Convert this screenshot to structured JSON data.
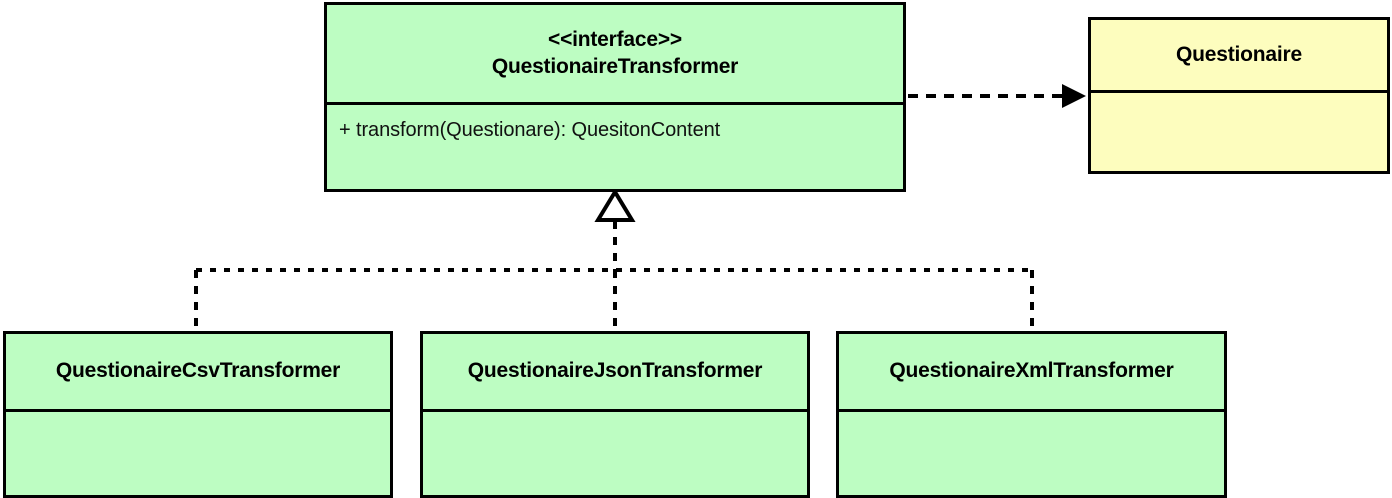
{
  "diagram": {
    "type": "uml-class-diagram",
    "background_color": "#ffffff",
    "palette": {
      "interface_fill": "#bdfdc2",
      "class_fill": "#bdfdc2",
      "data_class_fill": "#fdfdbe",
      "border": "#000000",
      "text": "#000000"
    },
    "interface_node": {
      "stereotype": "<<interface>>",
      "name": "QuestionaireTransformer",
      "methods": [
        "+ transform(Questionare): QuesitonContent"
      ]
    },
    "data_node": {
      "name": "Questionaire",
      "members": []
    },
    "implementations": [
      {
        "name": "QuestionaireCsvTransformer",
        "members": []
      },
      {
        "name": "QuestionaireJsonTransformer",
        "members": []
      },
      {
        "name": "QuestionaireXmlTransformer",
        "members": []
      }
    ],
    "relations": [
      {
        "kind": "dependency",
        "style": "dashed-open-arrow",
        "from": "QuestionaireTransformer",
        "to": "Questionaire"
      },
      {
        "kind": "realization",
        "style": "dashed-hollow-triangle",
        "from": "QuestionaireCsvTransformer",
        "to": "QuestionaireTransformer"
      },
      {
        "kind": "realization",
        "style": "dashed-hollow-triangle",
        "from": "QuestionaireJsonTransformer",
        "to": "QuestionaireTransformer"
      },
      {
        "kind": "realization",
        "style": "dashed-hollow-triangle",
        "from": "QuestionaireXmlTransformer",
        "to": "QuestionaireTransformer"
      }
    ]
  }
}
